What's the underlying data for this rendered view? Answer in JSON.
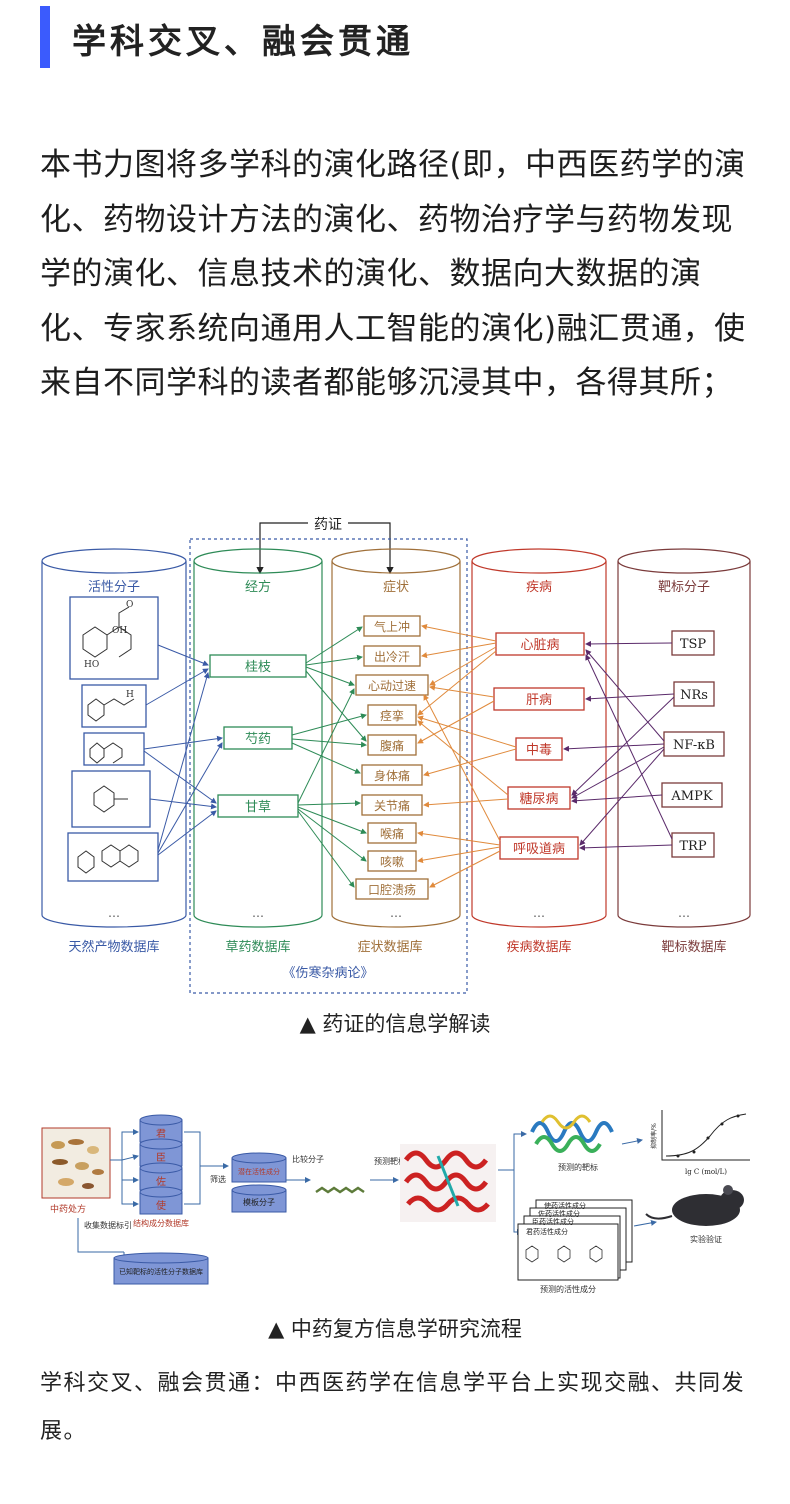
{
  "heading": {
    "title": "学科交叉、融会贯通",
    "accent_color": "#3b5bfd"
  },
  "intro_paragraph": "本书力图将多学科的演化路径(即，中西医药学的演化、药物设计方法的演化、药物治疗学与药物发现学的演化、信息技术的演化、数据向大数据的演化、专家系统向通用人工智能的演化)融汇贯通，使来自不同学科的读者都能够沉浸其中，各得其所；",
  "figure1": {
    "caption": "▲ 药证的信息学解读",
    "top_label": "药证",
    "bottom_label": "《伤寒杂病论》",
    "ellipsis": "…",
    "columns": [
      {
        "title": "活性分子",
        "db": "天然产物数据库",
        "color": "#3a5aa6"
      },
      {
        "title": "经方",
        "db": "草药数据库",
        "color": "#2e8b57"
      },
      {
        "title": "症状",
        "db": "症状数据库",
        "color": "#a0703a"
      },
      {
        "title": "疾病",
        "db": "疾病数据库",
        "color": "#c0392b"
      },
      {
        "title": "靶标分子",
        "db": "靶标数据库",
        "color": "#7b3b3b"
      }
    ],
    "formulas": [
      "桂枝",
      "芍药",
      "甘草"
    ],
    "symptoms": [
      "气上冲",
      "出冷汗",
      "心动过速",
      "痉挛",
      "腹痛",
      "身体痛",
      "关节痛",
      "喉痛",
      "咳嗽",
      "口腔溃疡"
    ],
    "diseases": [
      "心脏病",
      "肝病",
      "中毒",
      "糖尿病",
      "呼吸道病"
    ],
    "targets": [
      "TSP",
      "NRs",
      "NF-κB",
      "AMPK",
      "TRP"
    ],
    "molecule_labels": [
      "OH",
      "O",
      "HO",
      "H"
    ]
  },
  "figure2": {
    "caption": "▲ 中药复方信息学研究流程",
    "labels": {
      "prescription": "中药处方",
      "jun": "君",
      "chen": "臣",
      "zuo": "佐",
      "shi": "使",
      "structure_db": "结构成分数据库",
      "screen": "筛选",
      "potential": "潜在活性成分",
      "template": "模板分子",
      "compare": "比较分子",
      "predict_target": "预测靶标",
      "predicted_targets": "预测的靶标",
      "collect": "收集数据标引",
      "known_db": "已知靶标的活性分子数据库",
      "shi_active": "使药活性成分",
      "zuo_active": "佐药活性成分",
      "chen_active": "臣药活性成分",
      "jun_active": "君药活性成分",
      "predicted_active": "预测的活性成分",
      "experiment": "实验验证",
      "ylabel": "抑制率/%",
      "xlabel": "lg C (mol/L)"
    }
  },
  "footer_paragraph": "学科交叉、融会贯通：中西医药学在信息学平台上实现交融、共同发展。"
}
